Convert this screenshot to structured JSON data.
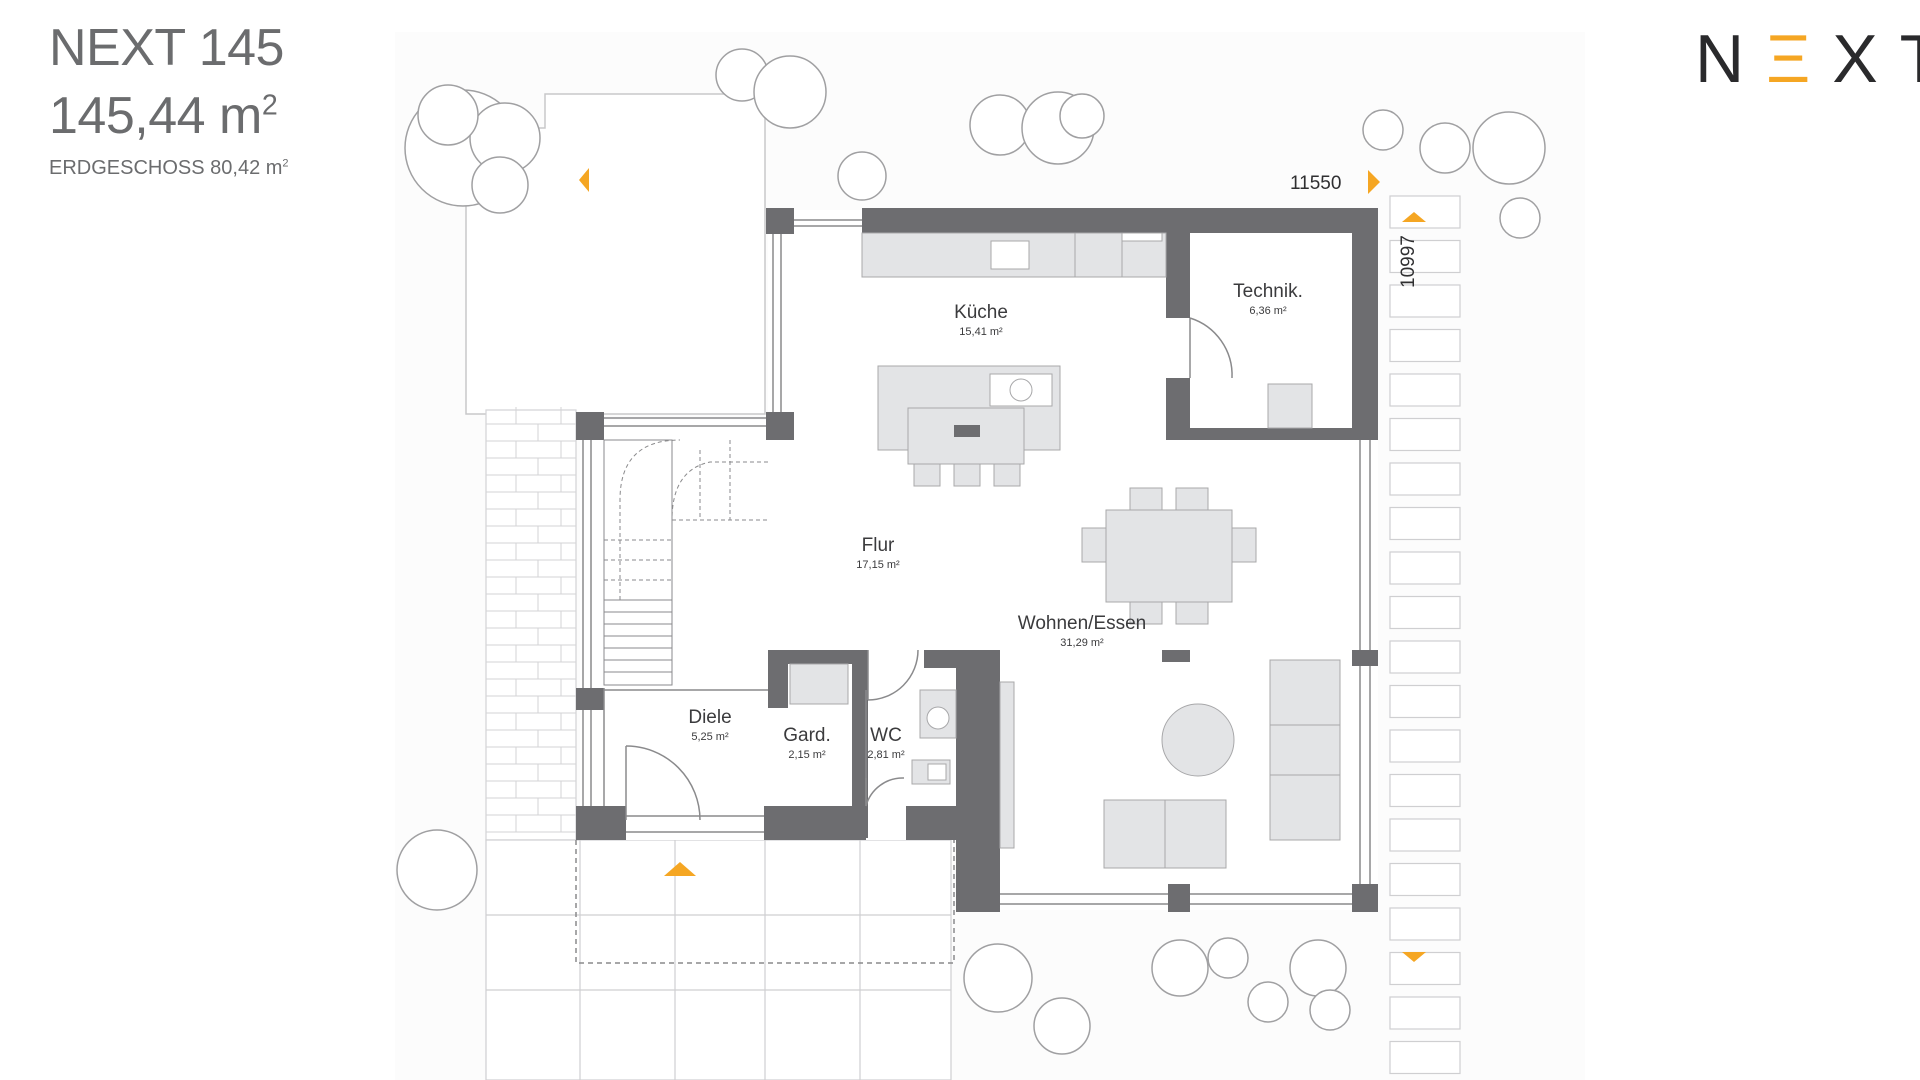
{
  "header": {
    "model": "NEXT 145",
    "area_value": "145,44 m",
    "area_exp": "2",
    "floor_label": "ERDGESCHOSS 80,42 m",
    "floor_exp": "2"
  },
  "logo": {
    "left": "N",
    "middle": "Ξ",
    "right": "XT"
  },
  "dimensions": {
    "width": "11550",
    "depth": "10997"
  },
  "rooms": {
    "kueche": {
      "name": "Küche",
      "area": "15,41 m²"
    },
    "technik": {
      "name": "Technik.",
      "area": "6,36 m²"
    },
    "flur": {
      "name": "Flur",
      "area": "17,15 m²"
    },
    "wohnen": {
      "name": "Wohnen/Essen",
      "area": "31,29 m²"
    },
    "diele": {
      "name": "Diele",
      "area": "5,25 m²"
    },
    "gard": {
      "name": "Gard.",
      "area": "2,15 m²"
    },
    "wc": {
      "name": "WC",
      "area": "2,81 m²"
    }
  },
  "colors": {
    "wall": "#6d6d70",
    "furniture": "#e3e4e6",
    "accent": "#f5a623",
    "line": "#9a9a9c"
  }
}
